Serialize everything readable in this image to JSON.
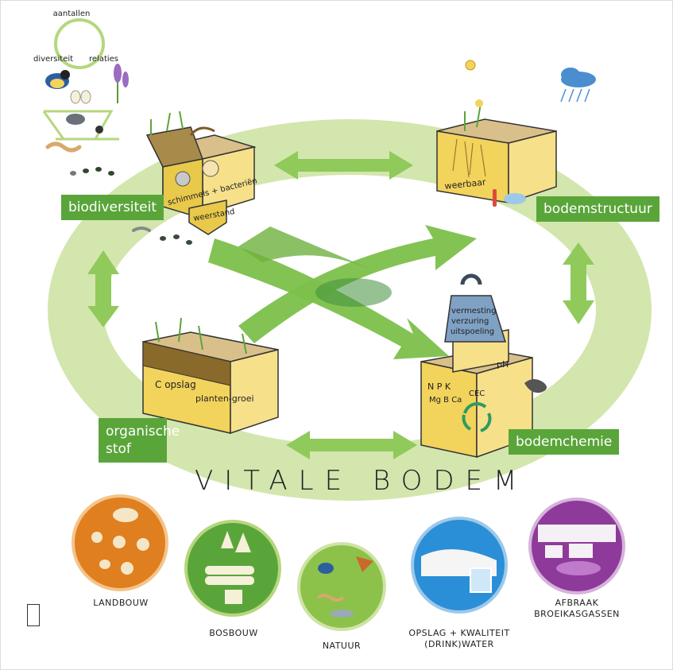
{
  "title": "VITALE BODEM",
  "nodes": {
    "biodiversity": "biodiversiteit",
    "soil_structure": "bodemstructuur",
    "organic_matter": "organische stof",
    "soil_chemistry": "bodemchemie"
  },
  "biodiversity_cycle": {
    "top": "aantallen",
    "left": "diversiteit",
    "right": "relaties"
  },
  "annotations": {
    "fungi_bacteria": "schimmels + bacteriën",
    "resistance": "weerstand",
    "resilient": "weerbaar",
    "c_storage": "C opslag",
    "plant_growth": "planten-groei",
    "weight_line1": "vermesting",
    "weight_line2": "verzuring",
    "weight_line3": "uitspoeling",
    "nutrients_row1": "N P K",
    "nutrients_row2": "Mg B Ca",
    "cec": "CEC",
    "ph": "pH"
  },
  "services": [
    {
      "label": "LANDBOUW",
      "color": "#e07f1f"
    },
    {
      "label": "BOSBOUW",
      "color": "#5aa53a"
    },
    {
      "label": "NATUUR",
      "color": "#8cc24a"
    },
    {
      "label": "OPSLAG + KWALITEIT (DRINK)WATER",
      "color": "#2a8fd6"
    },
    {
      "label": "AFBRAAK BROEIKASGASSEN",
      "color": "#8e3a9a"
    }
  ],
  "colors": {
    "ring": "#cfe3a6",
    "arrow": "#7cc04b",
    "label_bg": "#5aa53a",
    "soil": "#f2d35b",
    "soil_dark": "#8a6a2a"
  }
}
